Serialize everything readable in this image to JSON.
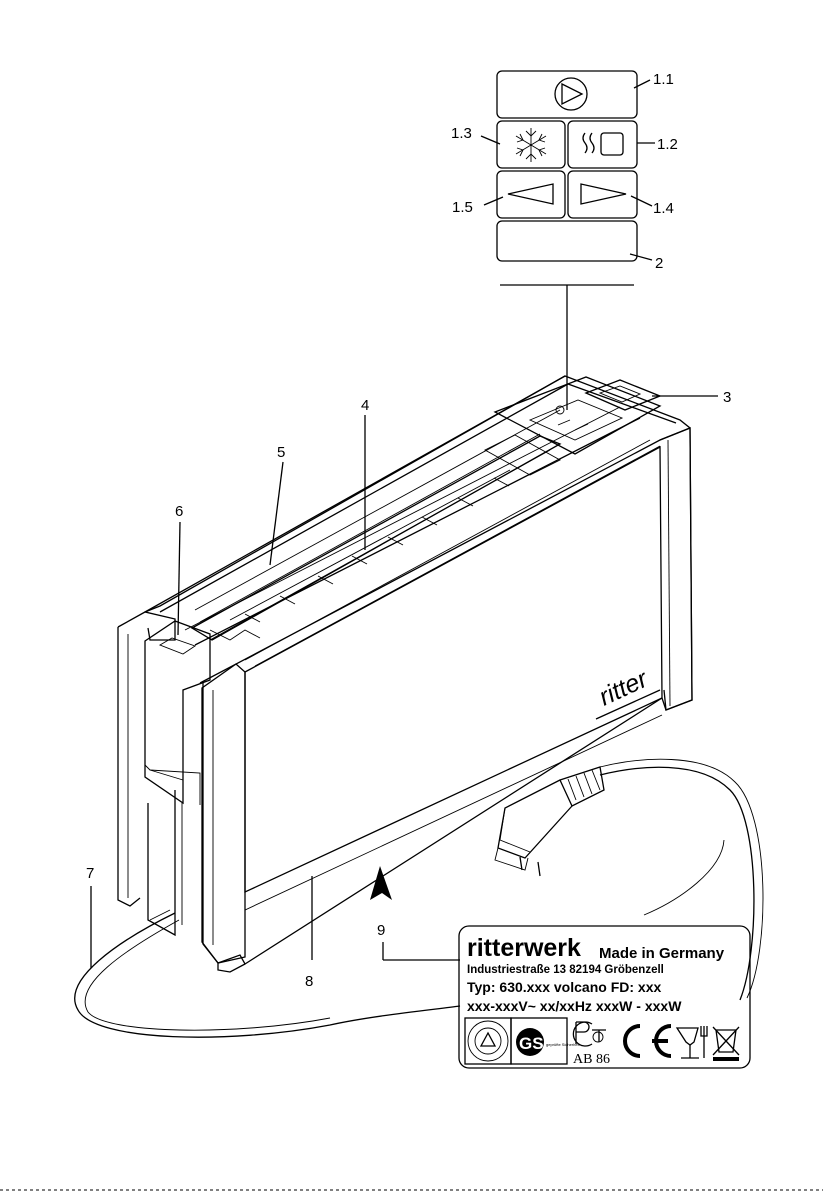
{
  "callouts": {
    "c1_1": "1.1",
    "c1_2": "1.2",
    "c1_3": "1.3",
    "c1_4": "1.4",
    "c1_5": "1.5",
    "c2": "2",
    "c3": "3",
    "c4": "4",
    "c5": "5",
    "c6": "6",
    "c7": "7",
    "c8": "8",
    "c9": "9"
  },
  "brand_mark": "ritter",
  "rating_plate": {
    "brand": "ritterwerk",
    "made_in": "Made in Germany",
    "address": "Industriestraße 13   82194 Gröbenzell",
    "typ_line": "Typ: 630.xxx    volcano      FD: xxx",
    "rating_line": "xxx-xxxV~   xx/xxHz    xxxW - xxxW",
    "pct_code": "AB 86",
    "ce_mark": "CE",
    "gs_text": "geprüfte Sicherheit"
  },
  "icons": [
    "play-circle-icon",
    "snowflake-icon",
    "heat-bread-icon",
    "arrow-left-icon",
    "arrow-right-icon",
    "tuv-seal-icon",
    "gs-mark-icon",
    "pct-mark-icon",
    "food-safe-icon",
    "weee-bin-icon",
    "plug-icon"
  ]
}
